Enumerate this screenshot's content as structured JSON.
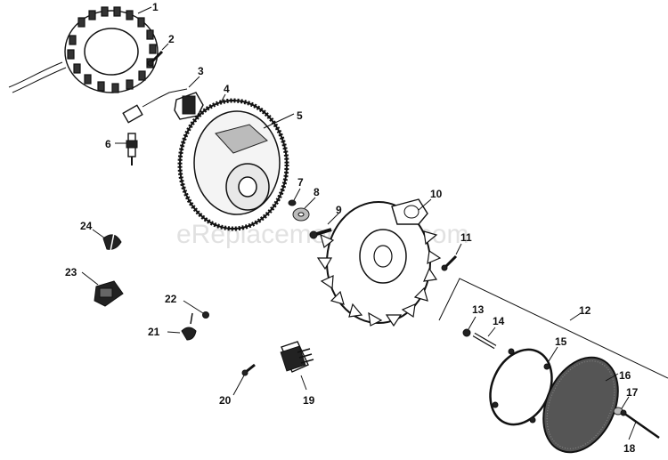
{
  "watermark": "eReplacementParts.com",
  "callouts": {
    "c1": "1",
    "c2": "2",
    "c3": "3",
    "c4": "4",
    "c5": "5",
    "c6": "6",
    "c7": "7",
    "c8": "8",
    "c9": "9",
    "c10": "10",
    "c11": "11",
    "c12": "12",
    "c13": "13",
    "c14": "14",
    "c15": "15",
    "c16": "16",
    "c17": "17",
    "c18": "18",
    "c19": "19",
    "c20": "20",
    "c21": "21",
    "c22": "22",
    "c23": "23",
    "c24": "24"
  },
  "icons": {
    "stator": "stator-icon",
    "flywheel": "flywheel-icon",
    "fan": "cooling-fan-icon",
    "screen": "debris-screen-icon"
  }
}
